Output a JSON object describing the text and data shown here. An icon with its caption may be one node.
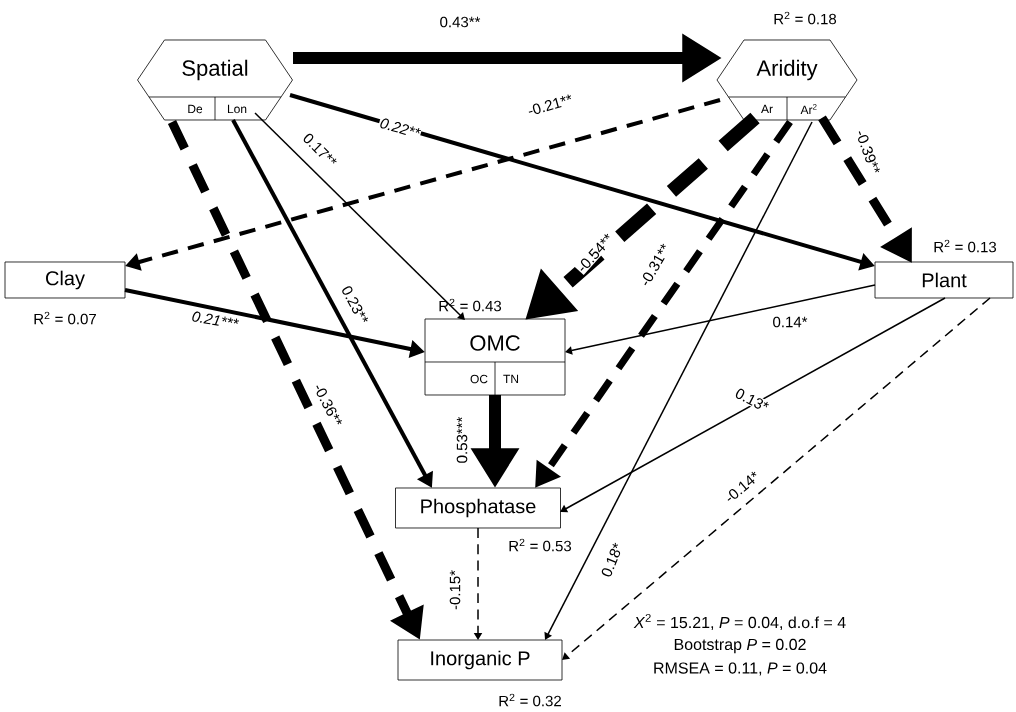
{
  "diagram": {
    "nodes": [
      {
        "text": [
          "Spatial",
          "De",
          "Lon"
        ]
      },
      {
        "text": [
          "Aridity",
          "Ar",
          "Ar$^{2}$"
        ],
        "beside": [
          "R$^{2}$ = 0.18"
        ]
      },
      {
        "text": [
          "Clay"
        ],
        "beside": [
          "R$^{2}$ = 0.07"
        ]
      },
      {
        "text": [
          "Plant"
        ],
        "beside": [
          "R$^{2}$ = 0.13"
        ]
      },
      {
        "text": [
          "OMC",
          "OC",
          "TN"
        ],
        "beside": [
          "R$^{2}$ = 0.43"
        ]
      },
      {
        "text": [
          "Phosphatase"
        ],
        "beside": [
          "R$^{2}$ = 0.53"
        ]
      },
      {
        "text": [
          "Inorganic P"
        ],
        "beside": [
          "R$^{2}$ = 0.32"
        ]
      }
    ],
    "edges": [
      {
        "from": 0,
        "to": 1,
        "arrow": "to",
        "label": "0.43**",
        "style": "thick"
      },
      {
        "from": 0,
        "to": 3,
        "arrow": "to",
        "label": "0.22**"
      },
      {
        "from": 0,
        "to": 4,
        "arrow": "to",
        "label": "0.17**"
      },
      {
        "from": 0,
        "to": 5,
        "arrow": "to",
        "label": "0.23**"
      },
      {
        "from": 0,
        "to": 6,
        "arrow": "to",
        "label": "-0.36**",
        "style": "dashed"
      },
      {
        "from": 1,
        "to": 2,
        "arrow": "to",
        "label": "-0.21**",
        "style": "dashed"
      },
      {
        "from": 1,
        "to": 3,
        "arrow": "to",
        "label": "-0.39**",
        "style": "dashed"
      },
      {
        "from": 1,
        "to": 4,
        "arrow": "to",
        "label": "-0.54**",
        "style": "dashed"
      },
      {
        "from": 1,
        "to": 5,
        "arrow": "to",
        "label": "-0.31**",
        "style": "dashed"
      },
      {
        "from": 1,
        "to": 6,
        "arrow": "to",
        "label": "0.18*"
      },
      {
        "from": 2,
        "to": 4,
        "arrow": "to",
        "label": "0.21***"
      },
      {
        "from": 3,
        "to": 4,
        "arrow": "to",
        "label": "0.14*"
      },
      {
        "from": 3,
        "to": 5,
        "arrow": "to",
        "label": "0.13*"
      },
      {
        "from": 3,
        "to": 6,
        "arrow": "to",
        "label": "-0.14*",
        "style": "dashed"
      },
      {
        "from": 4,
        "to": 5,
        "arrow": "to",
        "label": "0.53***",
        "style": "thick"
      },
      {
        "from": 5,
        "to": 6,
        "arrow": "to",
        "label": "-0.15*",
        "style": "dashed"
      }
    ],
    "labels": [
      "*X*$^{2}$ = 15.21, *P* = 0.04, d.o.f = 4",
      "Bootstrap *P* = 0.02",
      "RMSEA = 0.11, *P* = 0.04"
    ]
  }
}
